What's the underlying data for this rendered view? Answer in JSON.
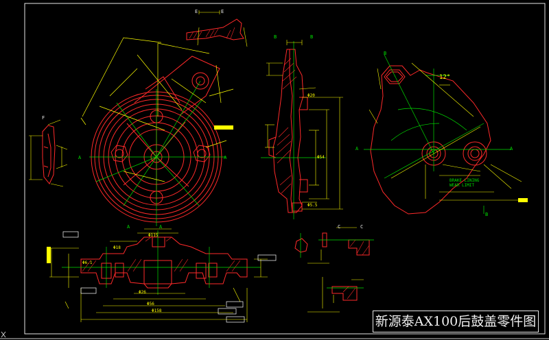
{
  "drawing": {
    "title": "新源泰AX100后鼓盖零件图",
    "section_labels": {
      "ee": [
        "E",
        "E"
      ],
      "bb": [
        "B",
        "B"
      ],
      "aa": [
        "A",
        "A"
      ],
      "cc": [
        "C",
        "C"
      ],
      "ff": "F",
      "main_a_left": "A",
      "main_a_right": "A",
      "arm_b_top": "B",
      "arm_b_bottom": "B",
      "arm_a_left": "A",
      "arm_a_right": "A"
    },
    "notes": {
      "brake_lining": "BRAKE LINING",
      "wear_limit": "WEAR LIMIT",
      "angle": "12°"
    },
    "dimensions": [
      "Φ115",
      "Φ158",
      "Φ20",
      "Φ56",
      "Φ18",
      "Φ6.1",
      "Φ5.5",
      "Φ26",
      "Φ54"
    ]
  },
  "colors": {
    "background": "#000000",
    "outline": "#ff2a2a",
    "dimension": "#ffff00",
    "centerline": "#00e000",
    "frame": "#e8e8e8"
  }
}
